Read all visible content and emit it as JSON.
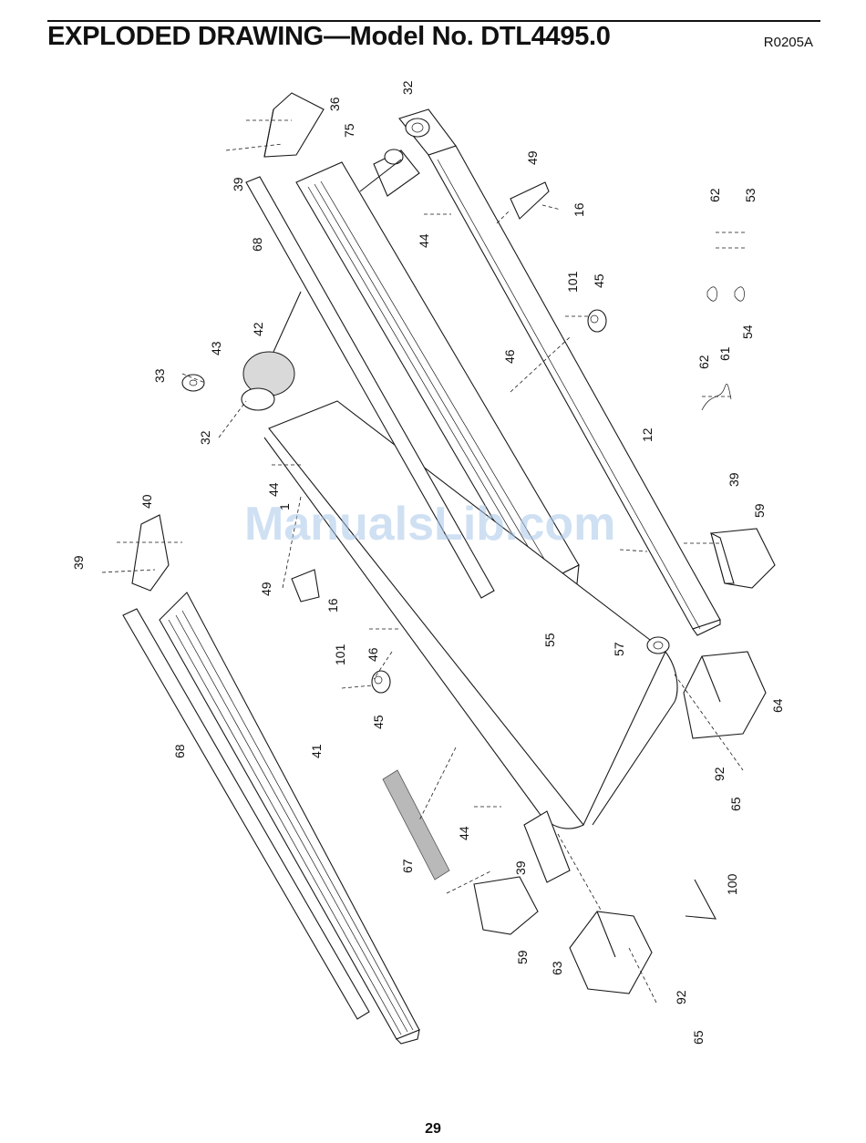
{
  "header": {
    "title": "EXPLODED DRAWING—Model No. DTL4495.0",
    "code": "R0205A"
  },
  "page_number": "29",
  "watermark": "ManualsLib.com",
  "parts": [
    {
      "id": "p36",
      "number": "36"
    },
    {
      "id": "p32a",
      "number": "32"
    },
    {
      "id": "p75",
      "number": "75"
    },
    {
      "id": "p39a",
      "number": "39"
    },
    {
      "id": "p49a",
      "number": "49"
    },
    {
      "id": "p16a",
      "number": "16"
    },
    {
      "id": "p62a",
      "number": "62"
    },
    {
      "id": "p53",
      "number": "53"
    },
    {
      "id": "p68a",
      "number": "68"
    },
    {
      "id": "p44a",
      "number": "44"
    },
    {
      "id": "p101a",
      "number": "101"
    },
    {
      "id": "p45a",
      "number": "45"
    },
    {
      "id": "p54",
      "number": "54"
    },
    {
      "id": "p42",
      "number": "42"
    },
    {
      "id": "p43",
      "number": "43"
    },
    {
      "id": "p33",
      "number": "33"
    },
    {
      "id": "p46a",
      "number": "46"
    },
    {
      "id": "p62b",
      "number": "62"
    },
    {
      "id": "p61",
      "number": "61"
    },
    {
      "id": "p32b",
      "number": "32"
    },
    {
      "id": "p12",
      "number": "12"
    },
    {
      "id": "p44b",
      "number": "44"
    },
    {
      "id": "p1",
      "number": "1"
    },
    {
      "id": "p39b",
      "number": "39"
    },
    {
      "id": "p59a",
      "number": "59"
    },
    {
      "id": "p40",
      "number": "40"
    },
    {
      "id": "p39c",
      "number": "39"
    },
    {
      "id": "p49b",
      "number": "49"
    },
    {
      "id": "p16b",
      "number": "16"
    },
    {
      "id": "p55",
      "number": "55"
    },
    {
      "id": "p57",
      "number": "57"
    },
    {
      "id": "p101b",
      "number": "101"
    },
    {
      "id": "p46b",
      "number": "46"
    },
    {
      "id": "p45b",
      "number": "45"
    },
    {
      "id": "p64",
      "number": "64"
    },
    {
      "id": "p68b",
      "number": "68"
    },
    {
      "id": "p41",
      "number": "41"
    },
    {
      "id": "p92a",
      "number": "92"
    },
    {
      "id": "p65a",
      "number": "65"
    },
    {
      "id": "p44c",
      "number": "44"
    },
    {
      "id": "p67",
      "number": "67"
    },
    {
      "id": "p39d",
      "number": "39"
    },
    {
      "id": "p100",
      "number": "100"
    },
    {
      "id": "p59b",
      "number": "59"
    },
    {
      "id": "p63",
      "number": "63"
    },
    {
      "id": "p92b",
      "number": "92"
    },
    {
      "id": "p65b",
      "number": "65"
    }
  ]
}
